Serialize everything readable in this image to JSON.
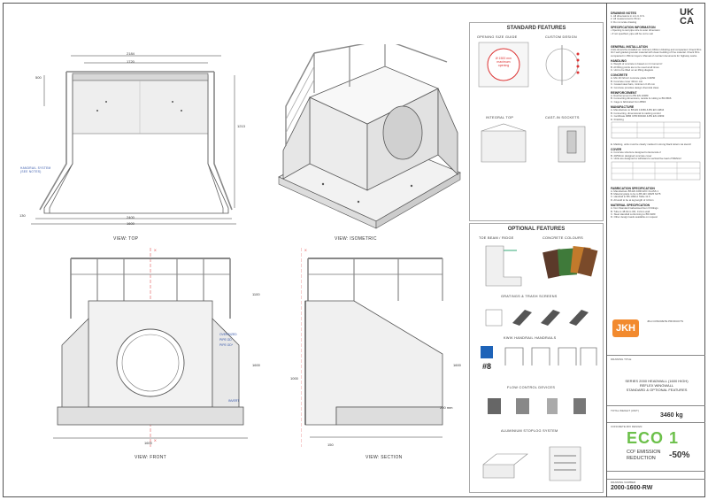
{
  "views": {
    "top": "VIEW: TOP",
    "isometric": "VIEW: ISOMETRIC",
    "front": "VIEW: FRONT",
    "section": "VIEW: SECTION"
  },
  "dimensions": {
    "top_width_outer": "2184",
    "top_width_inner": "1720",
    "top_depth": "1213",
    "top_left_small": "500",
    "top_bottom_width": "2400",
    "top_bottom_total": "1600",
    "top_bottom_left": "130",
    "front_height": "1100",
    "front_total_height": "1600",
    "front_width": "1600",
    "section_height": "1000",
    "section_total": "1600",
    "section_dim1": "200 mm",
    "section_dim2": "150",
    "front_x_top": "X",
    "front_x_bottom": "X",
    "section_x_top": "X"
  },
  "front_labels": {
    "label1": "OVERSIZED",
    "label2": "PIPE OD",
    "label3": "PIPE OD*",
    "label4": "INVERT"
  },
  "top_label": "HANDRAIL SYSTEM (SEE NOTES)",
  "standard_features": {
    "title": "STANDARD FEATURES",
    "opening": "OPENING SIZE GUIDE",
    "opening_text": "Ø 1500 mm\nmaximum\nopening",
    "custom": "CUSTOM DESIGN",
    "integral": "INTEGRAL TOP",
    "cast_in": "CAST-IN SOCKETS"
  },
  "optional_features": {
    "title": "OPTIONAL FEATURES",
    "toe_beam": "TOE BEAM / RIDGE",
    "concrete_colours": "CONCRETE COLOURS",
    "gratings": "GRATINGS & TRASH SCREENS",
    "handrails": "KWIK HANDRAIL HANDRAILS",
    "flow": "FLOW CONTROL DEVICES",
    "aluminium": "ALUMINIUM STOPLOG SYSTEM",
    "num8": "#8"
  },
  "sidebar": {
    "ukca": "UK CA",
    "drawing_notes": "DRAWING NOTES",
    "spec_info": "SPECIFICATION INFORMATION",
    "general_install": "GENERAL INSTALLATION",
    "handling": "HANDLING",
    "concrete": "CONCRETE",
    "reinforcement": "REINFORCEMENT",
    "manufacture": "MANUFACTURE",
    "fabrication": "FABRICATION SPECIFICATION",
    "material_spec": "MATERIAL SPECIFICATION",
    "logo": "JKH",
    "company": "JKH CONCRETE PRODUCTS",
    "drawing_title_hdr": "DRAWING TITLE",
    "drawing_title": "SERIES 2000 HEADWALL (1600 HIGH)\nREFLEX WINGWALL\nSTANDARD & OPTIONAL FEATURES",
    "weight_label": "TOTAL WEIGHT (UNIT)",
    "weight": "3460 kg",
    "concrete_mix": "CONCRETE MIX DESIGN:",
    "eco": "ECO 1",
    "co2_1": "CO² EMISSION",
    "co2_2": "REDUCTION",
    "percent": "-50%",
    "drawing_no_label": "DRAWING NUMBER",
    "drawing_no": "2000-1600-RW"
  }
}
